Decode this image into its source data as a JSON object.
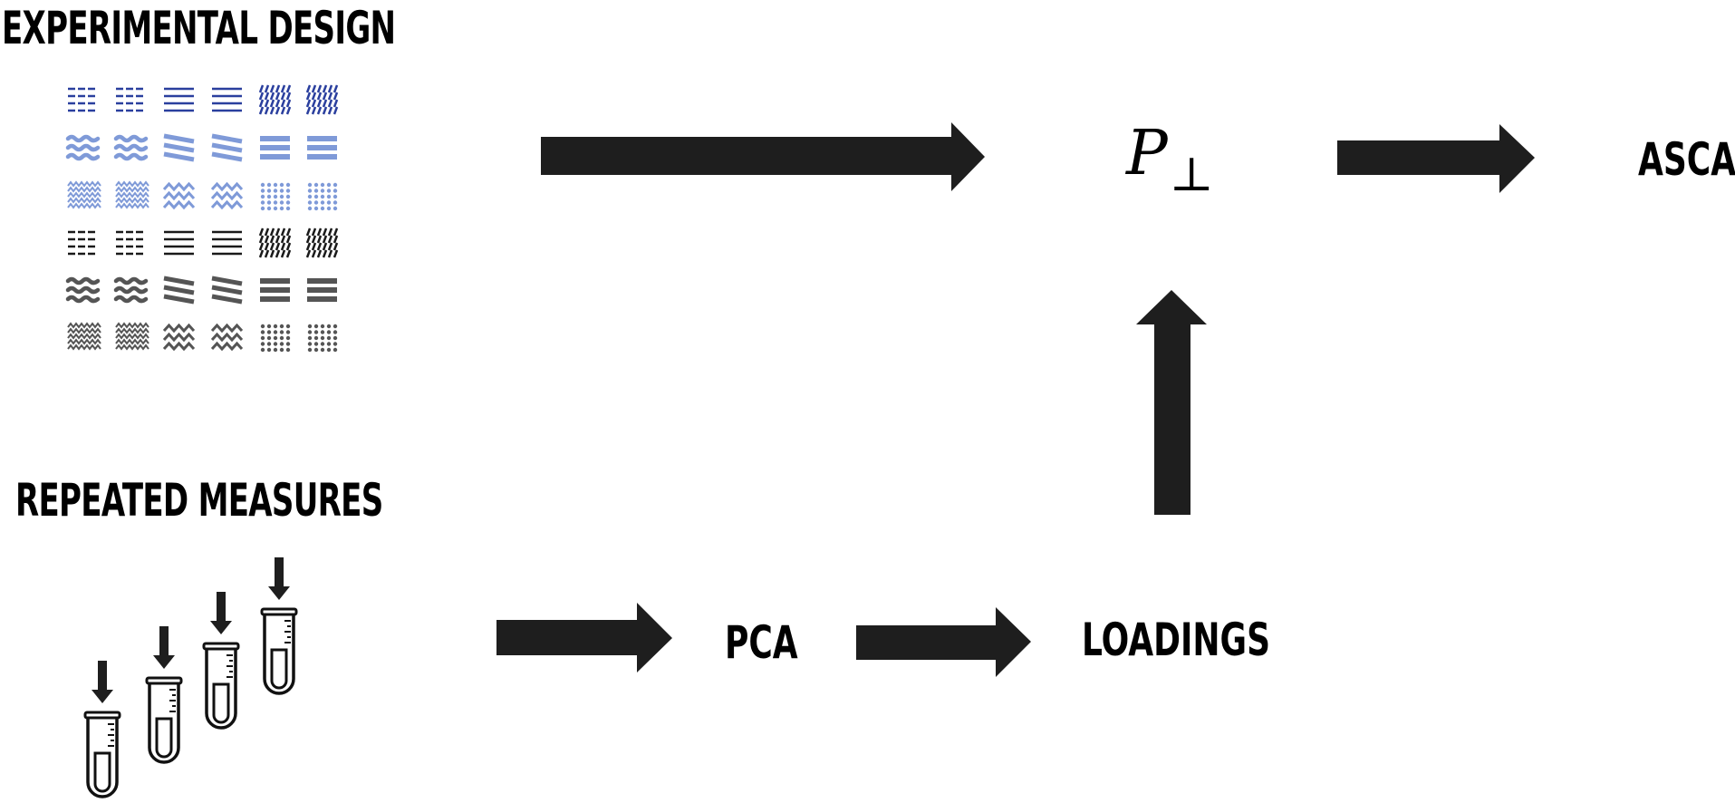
{
  "labels": {
    "experimental_design": "EXPERIMENTAL DESIGN",
    "repeated_measures": "REPEATED MEASURES",
    "pca": "PCA",
    "loadings": "LOADINGS",
    "asca": "ASCA",
    "projection_symbol": "P",
    "projection_subscript": "⊥"
  },
  "design_grid": {
    "rows": 6,
    "columns": 6,
    "column_patterns": [
      "dashed",
      "dashed",
      "lines",
      "lines",
      "slash-dashes",
      "slash-dashes"
    ],
    "row_patterns": [
      "lines-dark",
      "wavy-bars-light",
      "zigzag-light",
      "lines-dark",
      "wavy-bars-mid",
      "zigzag-mid"
    ],
    "row_colors": [
      "#2a3f9e",
      "#7f9ad8",
      "#7f9ad8",
      "#1a1a1a",
      "#555555",
      "#555555"
    ]
  },
  "colors": {
    "arrow": "#1e1e1e",
    "text": "#000000",
    "background": "#ffffff"
  },
  "icons": [
    "test-tube-icon",
    "down-arrow-icon",
    "right-arrow-icon",
    "up-arrow-icon"
  ]
}
